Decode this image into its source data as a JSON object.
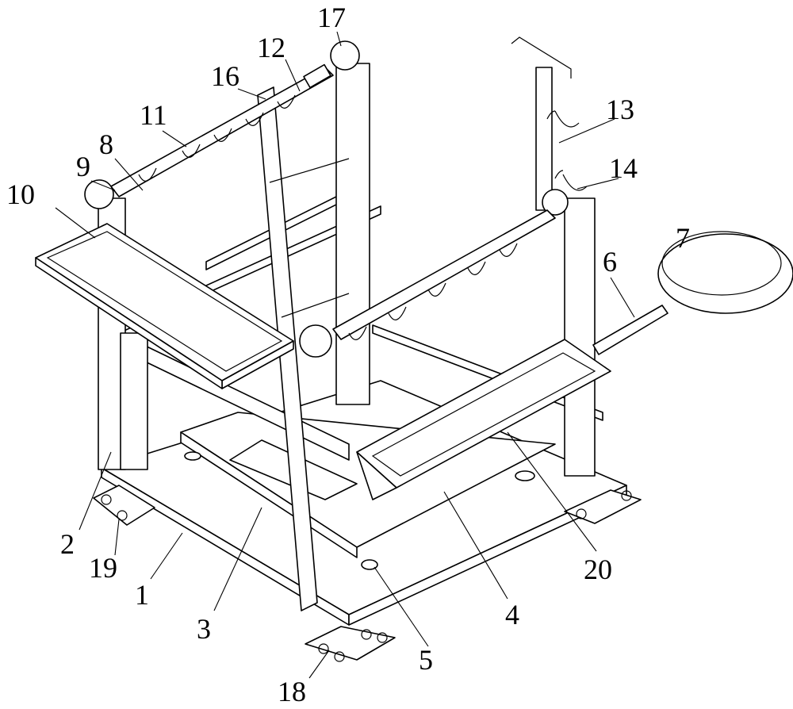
{
  "figure": {
    "labels": [
      "1",
      "2",
      "3",
      "4",
      "5",
      "6",
      "7",
      "8",
      "9",
      "10",
      "11",
      "12",
      "13",
      "14",
      "16",
      "17",
      "18",
      "19",
      "20"
    ]
  }
}
